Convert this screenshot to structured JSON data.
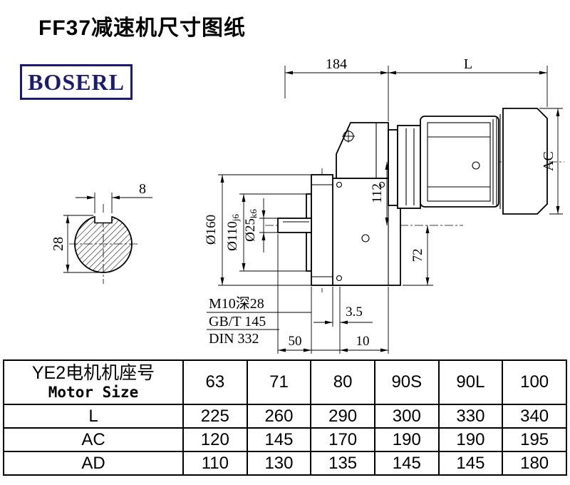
{
  "title": "FF37减速机尺寸图纸",
  "logo": {
    "text": "BOSERL"
  },
  "drawing": {
    "dims": {
      "d184": "184",
      "dL": "L",
      "dAC": "AC",
      "d112": "112",
      "d72": "72",
      "d160": "Ø160",
      "d110": "Ø110",
      "d110_tol": "j6",
      "d25": "Ø25",
      "d25_tol": "k6",
      "d35": "3.5",
      "d50": "50",
      "d10": "10"
    },
    "callout": {
      "line1": "M10深28",
      "line2": "GB/T 145",
      "line3": "DIN 332"
    },
    "section": {
      "key_width": "8",
      "key_depth": "28"
    }
  },
  "table": {
    "header": {
      "cn": "YE2电机机座号",
      "en": "Motor Size"
    },
    "motor_sizes": [
      "63",
      "71",
      "80",
      "90S",
      "90L",
      "100"
    ],
    "rows": [
      {
        "label": "L",
        "values": [
          "225",
          "260",
          "290",
          "300",
          "330",
          "340"
        ]
      },
      {
        "label": "AC",
        "values": [
          "120",
          "145",
          "170",
          "190",
          "190",
          "195"
        ]
      },
      {
        "label": "AD",
        "values": [
          "110",
          "130",
          "135",
          "145",
          "145",
          "180"
        ]
      }
    ]
  }
}
